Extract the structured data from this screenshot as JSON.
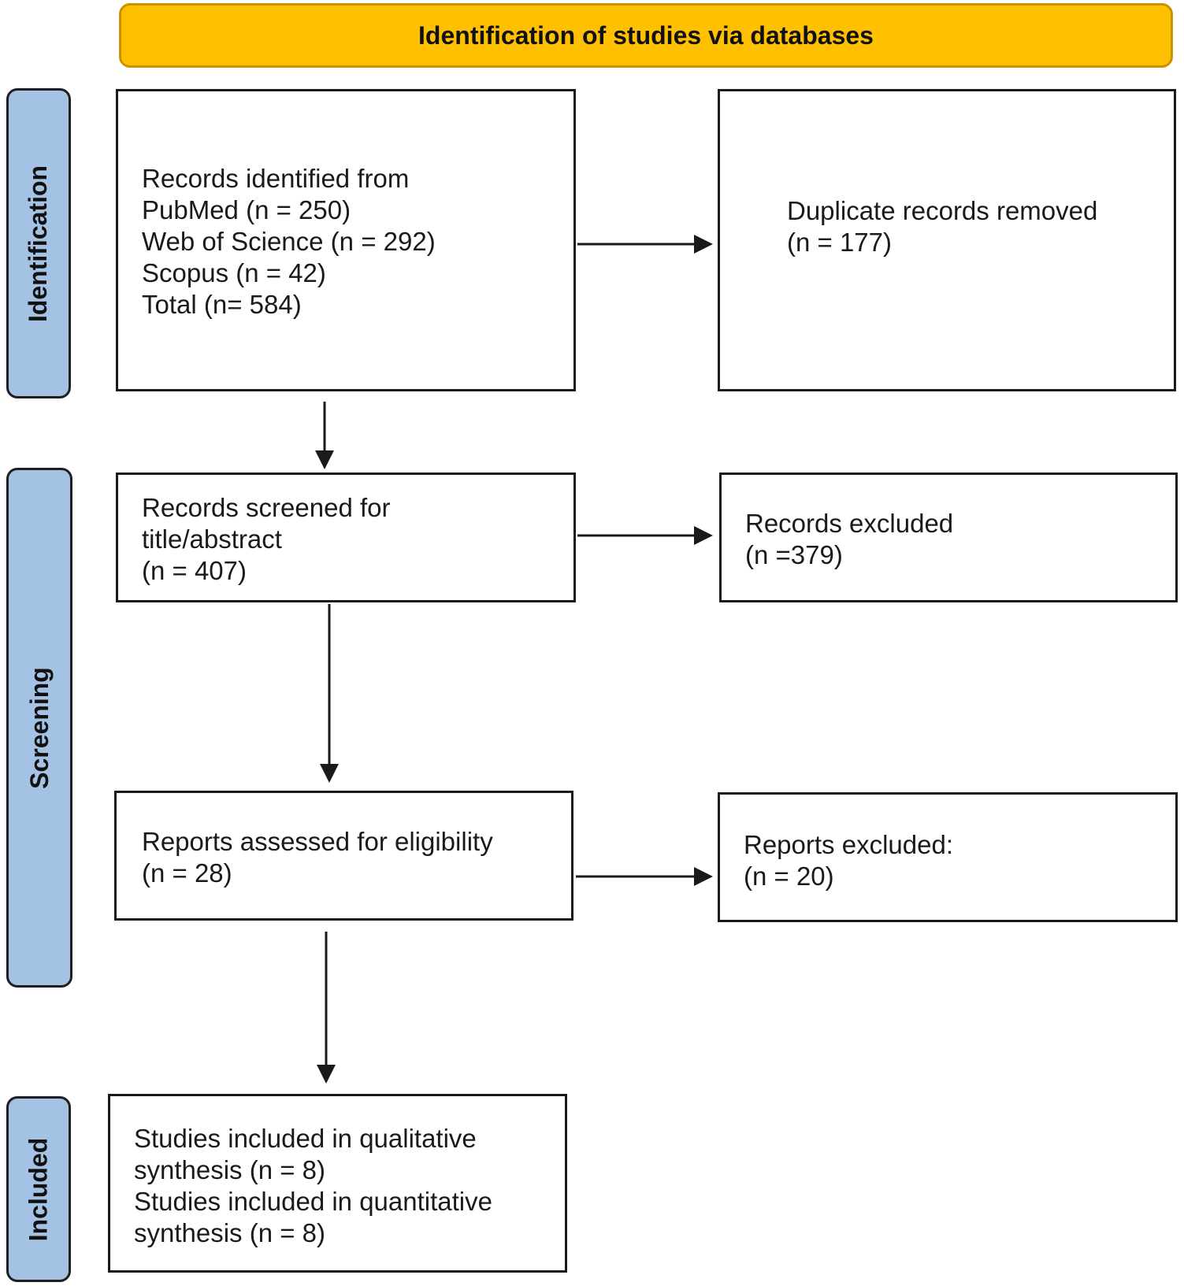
{
  "header": {
    "title": "Identification of studies via databases"
  },
  "phases": {
    "identification": "Identification",
    "screening": "Screening",
    "included": "Included"
  },
  "boxes": {
    "records_identified": {
      "lines": [
        "Records identified from",
        "PubMed (n = 250)",
        "Web of Science (n = 292)",
        "Scopus (n = 42)",
        "Total (n= 584)"
      ]
    },
    "duplicates_removed": {
      "lines": [
        "Duplicate records removed",
        "(n = 177)"
      ]
    },
    "records_screened": {
      "lines": [
        "Records screened for",
        "title/abstract",
        "(n = 407)"
      ]
    },
    "records_excluded": {
      "lines": [
        "Records excluded",
        "(n =379)"
      ]
    },
    "reports_assessed": {
      "lines": [
        "Reports assessed for eligibility",
        "(n = 28)"
      ]
    },
    "reports_excluded": {
      "lines": [
        "Reports excluded:",
        "(n = 20)"
      ]
    },
    "studies_included": {
      "lines": [
        "Studies included in qualitative",
        "synthesis (n = 8)",
        "Studies included in quantitative",
        "synthesis (n = 8)"
      ]
    }
  },
  "colors": {
    "banner": "#ffc000",
    "phase": "#a4c2e4",
    "stroke": "#1a1a1a"
  }
}
